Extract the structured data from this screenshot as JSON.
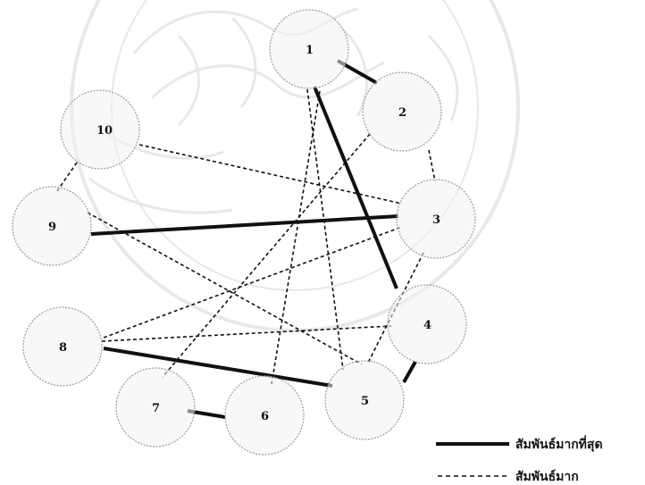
{
  "diagram": {
    "nodes": [
      {
        "id": "1",
        "label": "1"
      },
      {
        "id": "2",
        "label": "2"
      },
      {
        "id": "3",
        "label": "3"
      },
      {
        "id": "4",
        "label": "4"
      },
      {
        "id": "5",
        "label": "5"
      },
      {
        "id": "6",
        "label": "6"
      },
      {
        "id": "7",
        "label": "7"
      },
      {
        "id": "8",
        "label": "8"
      },
      {
        "id": "9",
        "label": "9"
      },
      {
        "id": "10",
        "label": "10"
      }
    ],
    "edges_strongest": [
      {
        "from": "1",
        "to": "2"
      },
      {
        "from": "1",
        "to": "4"
      },
      {
        "from": "9",
        "to": "3"
      },
      {
        "from": "4",
        "to": "5"
      },
      {
        "from": "8",
        "to": "5"
      },
      {
        "from": "7",
        "to": "6"
      }
    ],
    "edges_strong": [
      {
        "from": "1",
        "to": "5"
      },
      {
        "from": "1",
        "to": "6"
      },
      {
        "from": "2",
        "to": "3"
      },
      {
        "from": "2",
        "to": "7"
      },
      {
        "from": "10",
        "to": "3"
      },
      {
        "from": "10",
        "to": "9"
      },
      {
        "from": "9",
        "to": "5"
      },
      {
        "from": "8",
        "to": "3"
      },
      {
        "from": "8",
        "to": "4"
      },
      {
        "from": "3",
        "to": "5"
      }
    ]
  },
  "legend": {
    "strongest_label": "สัมพันธ์มากที่สุด",
    "strong_label": "สัมพันธ์มาก"
  },
  "colors": {
    "line": "#111111",
    "node_fill": "#f2f2f2",
    "node_edge": "#9a9a9a",
    "watermark": "#d9d9d9"
  }
}
